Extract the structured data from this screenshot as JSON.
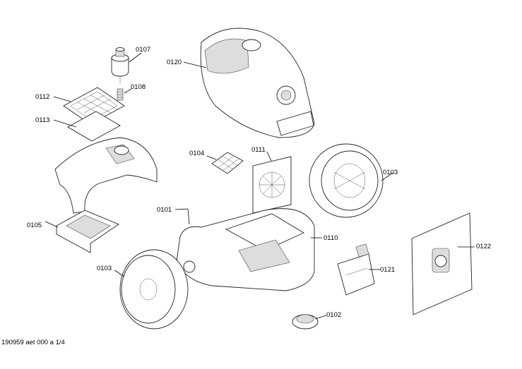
{
  "diagram": {
    "labels": {
      "p0107": "0107",
      "p0108": "0108",
      "p0112": "0112",
      "p0113": "0113",
      "p0120": "0120",
      "p0104": "0104",
      "p0111": "0111",
      "p0103a": "0103",
      "p0101": "0101",
      "p0105": "0105",
      "p0110": "0110",
      "p0103b": "0103",
      "p0121": "0121",
      "p0122": "0122",
      "p0102": "0102"
    },
    "footer": "190959 aet 000 a 1/4"
  }
}
